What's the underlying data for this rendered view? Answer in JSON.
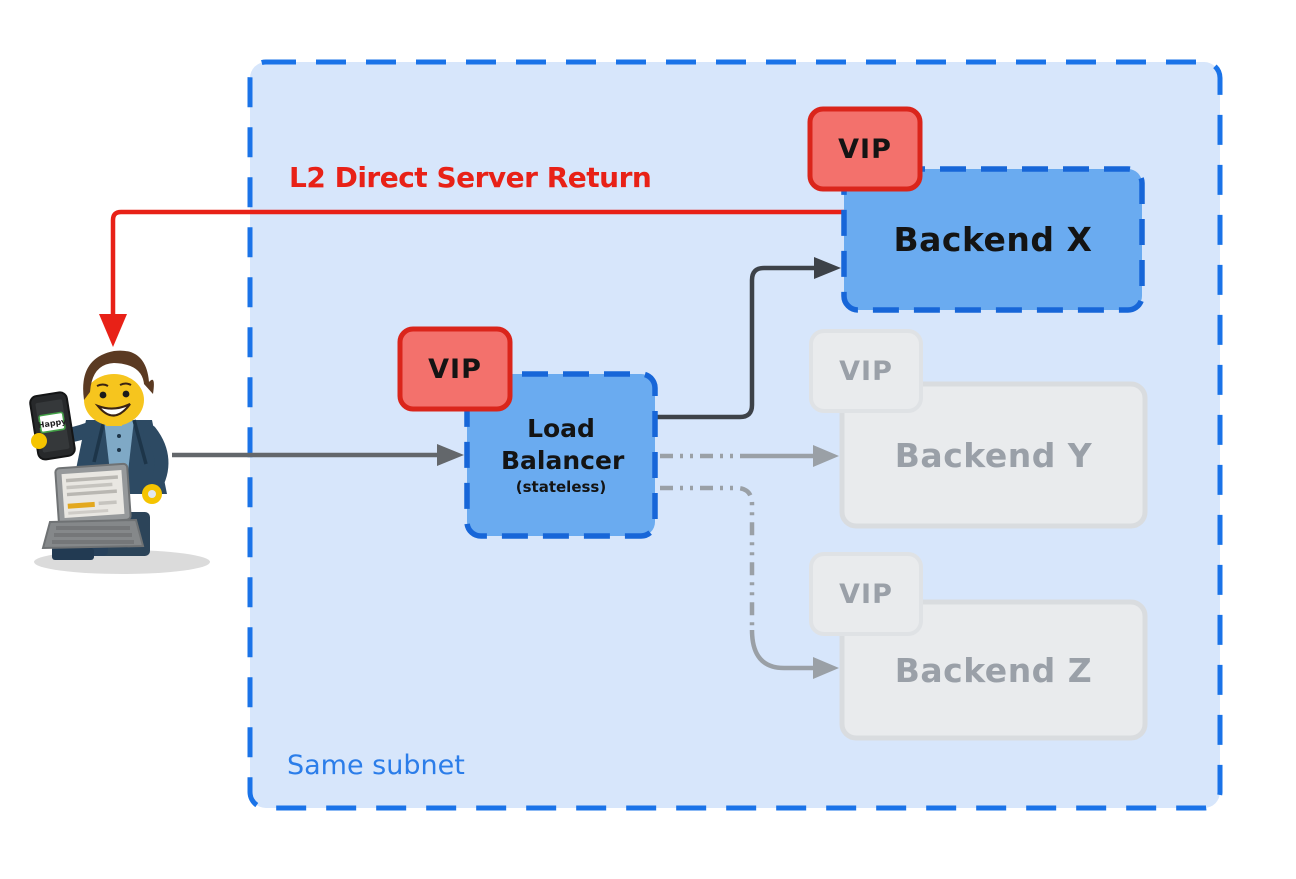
{
  "labels": {
    "return_path": "L2 Direct Server Return",
    "subnet": "Same subnet",
    "vip": "VIP"
  },
  "nodes": {
    "load_balancer": {
      "title": "Load Balancer",
      "subtitle": "(stateless)"
    },
    "backend_x": {
      "label": "Backend X",
      "state": "active"
    },
    "backend_y": {
      "label": "Backend Y",
      "state": "inactive"
    },
    "backend_z": {
      "label": "Backend Z",
      "state": "inactive"
    }
  },
  "client": {
    "phone_text": "Happy"
  },
  "colors": {
    "subnet-fill": "#d7e6fb",
    "subnet-border": "#1a73e8",
    "active-fill": "#6aabf0",
    "active-border": "#1766d8",
    "inactive-fill": "#e9ebed",
    "inactive-border": "#d9dcdf",
    "inactive-text": "#9aa0a8",
    "vip-fill": "#f3716c",
    "vip-border": "#da251b",
    "red": "#e82117",
    "dark-arrow": "#3d4248",
    "gray-arrow": "#9aa0a6",
    "subnet-label": "#2b7de9"
  }
}
